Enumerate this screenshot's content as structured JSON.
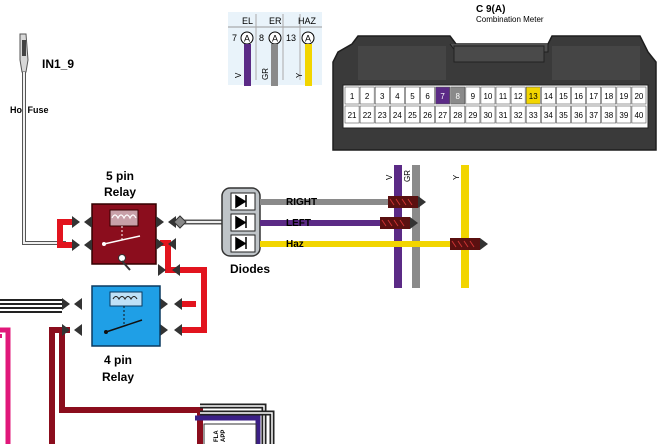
{
  "connector": {
    "id": "C 9(A)",
    "name": "Combination Meter",
    "pins_row1": [
      "1",
      "2",
      "3",
      "4",
      "5",
      "6",
      "7",
      "8",
      "9",
      "10",
      "11",
      "12",
      "13",
      "14",
      "15",
      "16",
      "17",
      "18",
      "19",
      "20"
    ],
    "pins_row2": [
      "21",
      "22",
      "23",
      "24",
      "25",
      "26",
      "27",
      "28",
      "29",
      "30",
      "31",
      "32",
      "33",
      "34",
      "35",
      "36",
      "37",
      "38",
      "39",
      "40"
    ],
    "highlight": {
      "7": "#5b2a86",
      "8": "#8a8a8a",
      "13": "#f2d500"
    }
  },
  "meter_inputs": [
    {
      "header": "EL",
      "pin": "7",
      "symbol": "A",
      "wire_label": "V",
      "color": "#5b2a86"
    },
    {
      "header": "ER",
      "pin": "8",
      "symbol": "A",
      "wire_label": "GR",
      "color": "#8a8a8a"
    },
    {
      "header": "HAZ",
      "pin": "13",
      "symbol": "A",
      "wire_label": "Y",
      "color": "#f2d500"
    }
  ],
  "fuse": {
    "connector": "IN1_9",
    "label": "Hot Fuse"
  },
  "relay5": {
    "line1": "5 pin",
    "line2": "Relay",
    "color": "#8b0d1d"
  },
  "relay4": {
    "line1": "4 pin",
    "line2": "Relay",
    "color": "#1f9fe6"
  },
  "diodes": {
    "label": "Diodes"
  },
  "wires": {
    "right": {
      "label": "RIGHT",
      "color": "#8a8a8a"
    },
    "left": {
      "label": "LEFT",
      "color": "#5b2a86"
    },
    "haz": {
      "label": "Haz",
      "color": "#f2d500"
    },
    "v_label": "V",
    "gr_label": "GR",
    "y_label": "Y"
  },
  "bottom_box": {
    "line1": "FLA",
    "line2": "APP"
  }
}
